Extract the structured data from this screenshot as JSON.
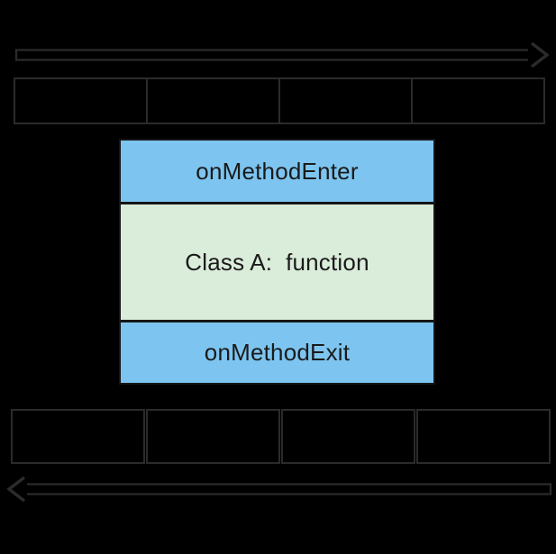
{
  "diagram": {
    "background_color": "#000000",
    "line_color": "#2b2b2b",
    "top_arrow": {
      "direction": "right"
    },
    "bottom_arrow": {
      "direction": "left"
    },
    "top_row": {
      "cells": [
        "",
        "",
        "",
        ""
      ]
    },
    "bottom_row": {
      "cells": [
        "",
        "",
        "",
        ""
      ]
    },
    "stack": {
      "enter_label": "onMethodEnter",
      "body_label": "Class A:  function",
      "exit_label": "onMethodExit",
      "enter_color": "#7dc5f0",
      "body_color": "#daecda",
      "exit_color": "#7dc5f0",
      "text_color": "#1a1a1a"
    }
  }
}
